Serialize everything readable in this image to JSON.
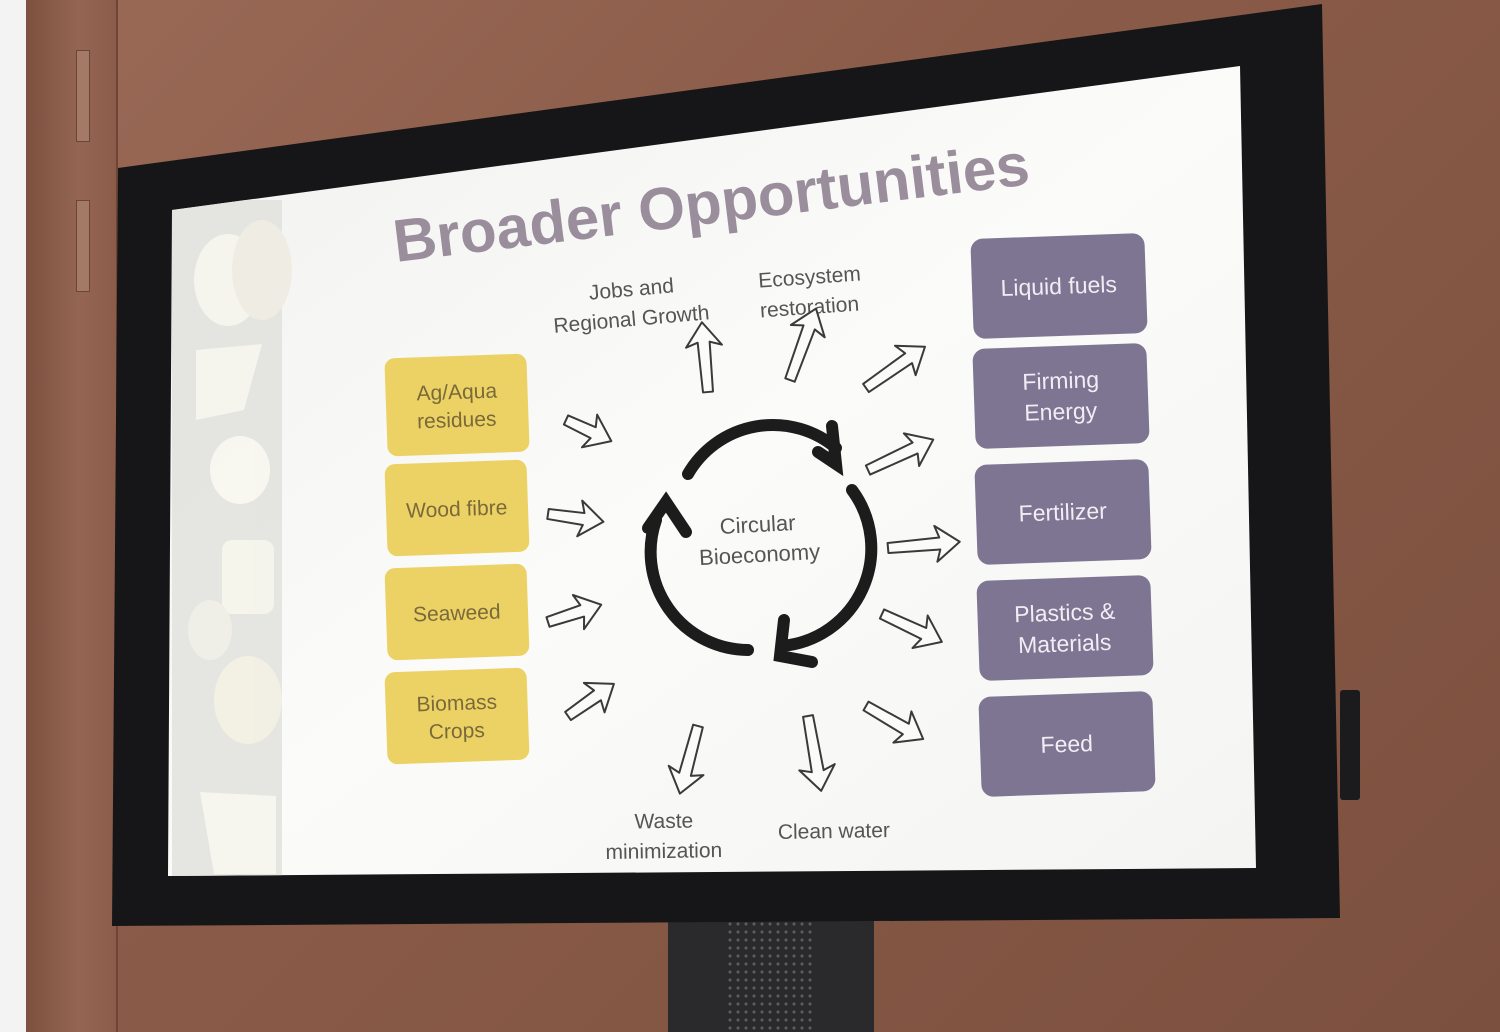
{
  "slide": {
    "title": "Broader Opportunities",
    "center_label": [
      "Circular",
      "Bioeconomy"
    ],
    "inputs": [
      {
        "lines": [
          "Ag/Aqua",
          "residues"
        ]
      },
      {
        "lines": [
          "Wood fibre"
        ]
      },
      {
        "lines": [
          "Seaweed"
        ]
      },
      {
        "lines": [
          "Biomass",
          "Crops"
        ]
      }
    ],
    "outputs": [
      {
        "lines": [
          "Liquid fuels"
        ]
      },
      {
        "lines": [
          "Firming",
          "Energy"
        ]
      },
      {
        "lines": [
          "Fertilizer"
        ]
      },
      {
        "lines": [
          "Plastics &",
          "Materials"
        ]
      },
      {
        "lines": [
          "Feed"
        ]
      }
    ],
    "benefits": [
      {
        "lines": [
          "Jobs and",
          "Regional Growth"
        ]
      },
      {
        "lines": [
          "Ecosystem",
          "restoration"
        ]
      },
      {
        "lines": [
          "Waste",
          "minimization"
        ]
      },
      {
        "lines": [
          "Clean water"
        ]
      }
    ]
  },
  "colors": {
    "title": "#9a8d9c",
    "input_box": "#ecd265",
    "input_text": "#7a6a3a",
    "output_box": "#7d7592",
    "output_text": "#f0eef4",
    "body_text": "#555555",
    "cycle": "#1c1c1c",
    "slide_bg": "#f7f7f5",
    "bezel": "#161618"
  },
  "icons": {
    "flow_arrow": "outline-arrow-icon",
    "cycle": "circular-cycle-arrows-icon",
    "pattern": "decorative-leaf-pattern"
  }
}
